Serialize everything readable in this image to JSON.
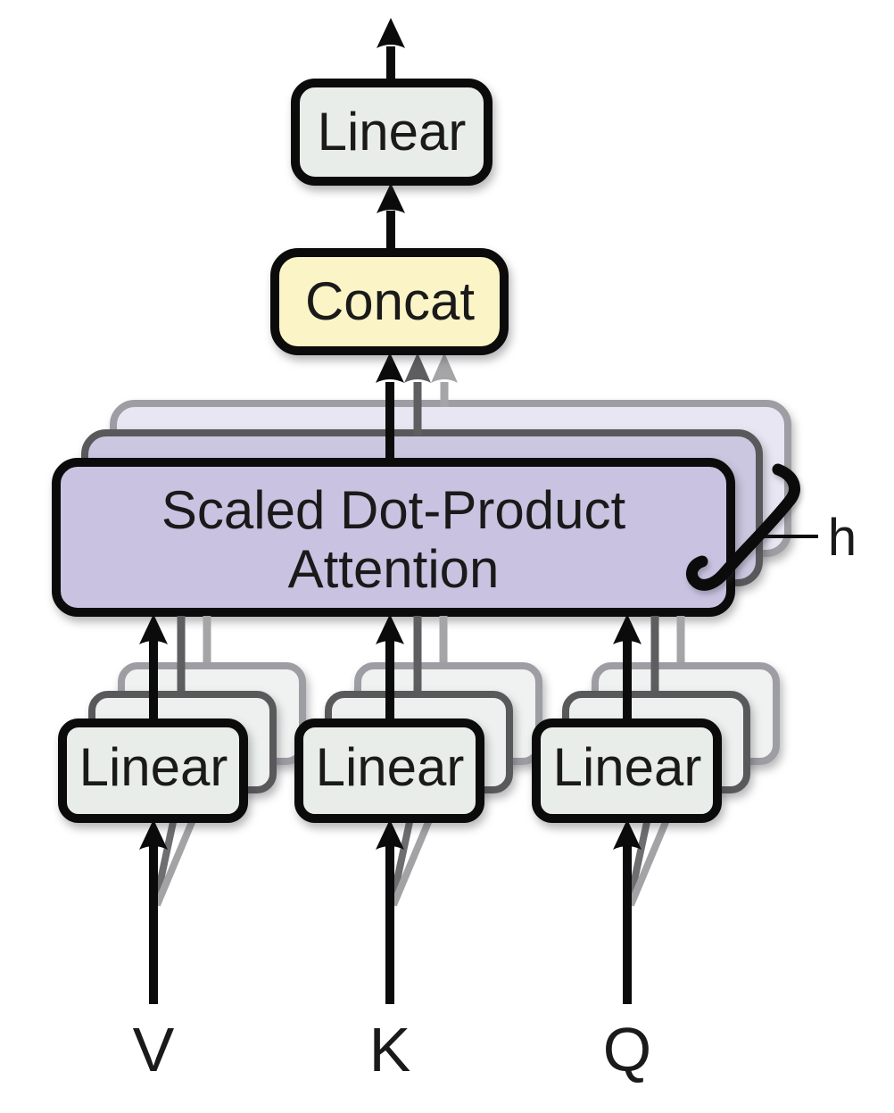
{
  "labels": {
    "linear_top": "Linear",
    "concat": "Concat",
    "attention_line1": "Scaled Dot-Product",
    "attention_line2": "Attention",
    "linear_v": "Linear",
    "linear_k": "Linear",
    "linear_q": "Linear",
    "input_v": "V",
    "input_k": "K",
    "input_q": "Q",
    "head_count": "h"
  },
  "colors": {
    "attention_front_fill": "#c9c3e1",
    "attention_mid_fill": "#ccc7e0",
    "attention_back_fill": "#e8e6f2",
    "concat_fill": "#fbf4c6",
    "linear_fill": "#e9ede9",
    "linear_mid_fill": "#edf0ee",
    "linear_back_fill": "#f0f2f1"
  }
}
